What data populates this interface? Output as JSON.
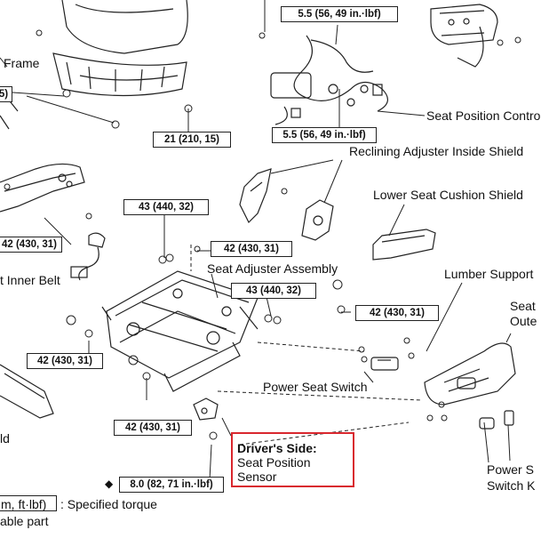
{
  "labels": {
    "frame": "Frame",
    "seat_position_control": "Seat Position Contro",
    "reclining_shield": "Reclining Adjuster Inside Shield",
    "lower_cushion_shield": "Lower Seat Cushion Shield",
    "inner_belt": "t Inner Belt",
    "seat_adjuster": "Seat Adjuster Assembly",
    "lumber_support": "Lumber Support",
    "seat_outer_1": "Seat",
    "seat_outer_2": "Oute",
    "power_seat_switch": "Power Seat Switch",
    "ld": "ld",
    "power_switch_knob_1": "Power S",
    "power_switch_knob_2": "Switch K"
  },
  "torque": {
    "t_5_5_top": "5.5 (56, 49 in.·lbf)",
    "t_5_5_mid": "5.5 (56, 49 in.·lbf)",
    "t_21": "21 (210, 15)",
    "t_43_a": "43 (440, 32)",
    "t_42_a": "42 (430, 31)",
    "t_42_left": "42 (430, 31)",
    "t_43_b": "43 (440, 32)",
    "t_42_right": "42 (430, 31)",
    "t_42_b": "42 (430, 31)",
    "t_42_c": "42 (430, 31)",
    "t_8_0": "8.0 (82, 71 in.·lbf)",
    "t_partial": "5)"
  },
  "callout": {
    "title": "Driver's Side:",
    "subtitle": "Seat Position Sensor",
    "color": "#d9272e"
  },
  "legend": {
    "unit_box": "m, ft·lbf)",
    "specified": ": Specified torque",
    "able_part": "able part",
    "diamond": "◆"
  }
}
